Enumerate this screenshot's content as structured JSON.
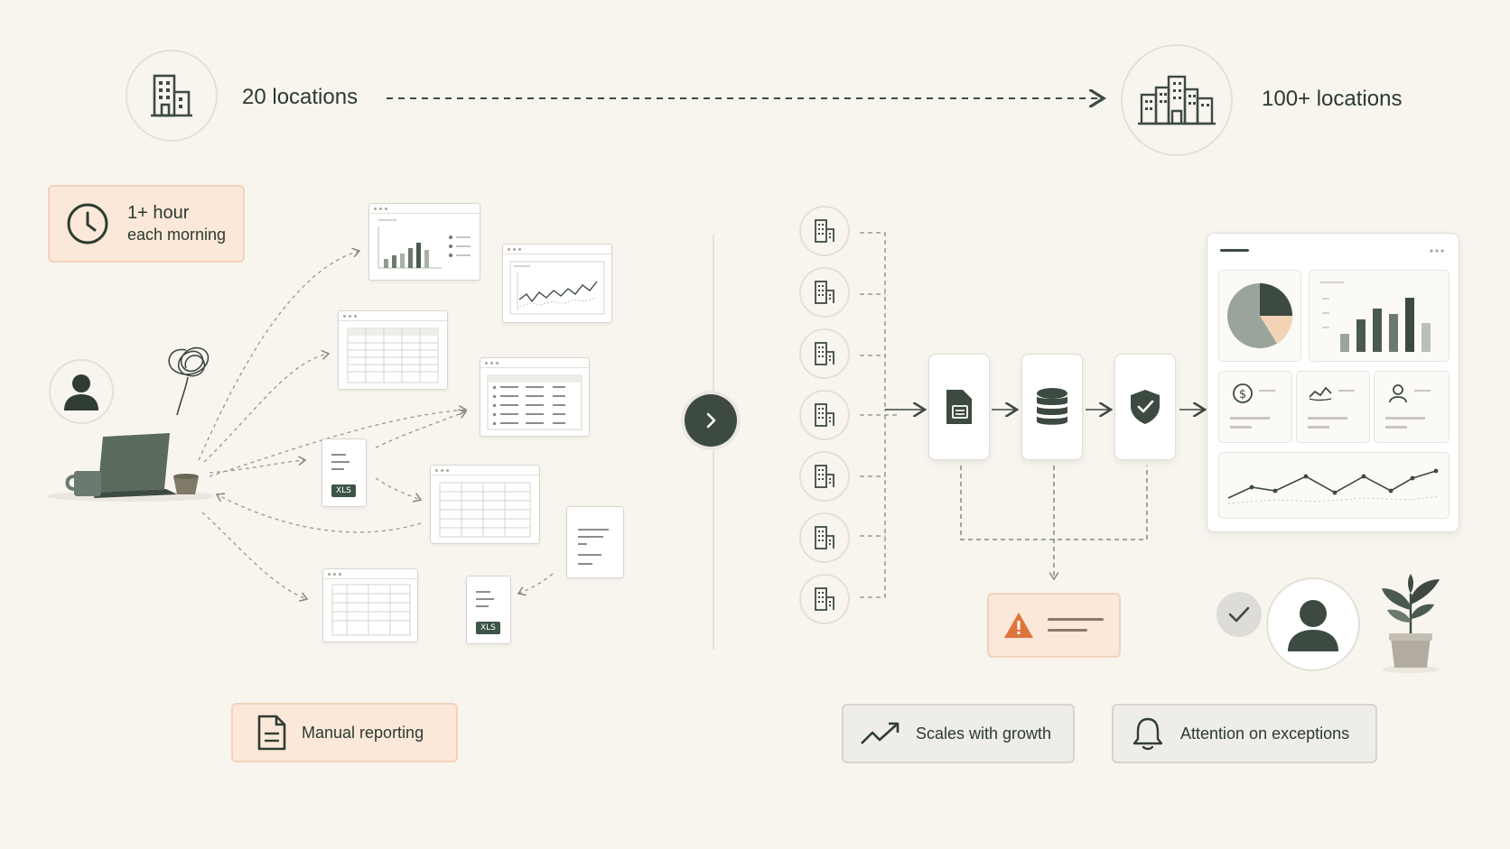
{
  "header": {
    "left_label": "20 locations",
    "right_label": "100+ locations",
    "left_icon": "building-icon",
    "right_icon": "city-buildings-icon"
  },
  "left": {
    "time_badge": {
      "line1": "1+ hour",
      "line2": "each morning",
      "icon": "clock-icon"
    },
    "file_tag_1": "XLS",
    "file_tag_2": "XLS",
    "manual_label": "Manual reporting",
    "manual_icon": "document-icon"
  },
  "divider": {
    "icon": "chevron-right-icon"
  },
  "right": {
    "stages": [
      "document-icon",
      "database-icon",
      "shield-check-icon"
    ],
    "alert_icon": "warning-icon",
    "growth_label": "Scales with growth",
    "growth_icon": "trend-up-icon",
    "exceptions_label": "Attention on exceptions",
    "exceptions_icon": "bell-icon"
  },
  "colors": {
    "background": "#f8f5ef",
    "dark_green": "#3d5446",
    "peach": "#fbe8d9",
    "grey": "#eeede8",
    "warning": "#e0743d"
  }
}
